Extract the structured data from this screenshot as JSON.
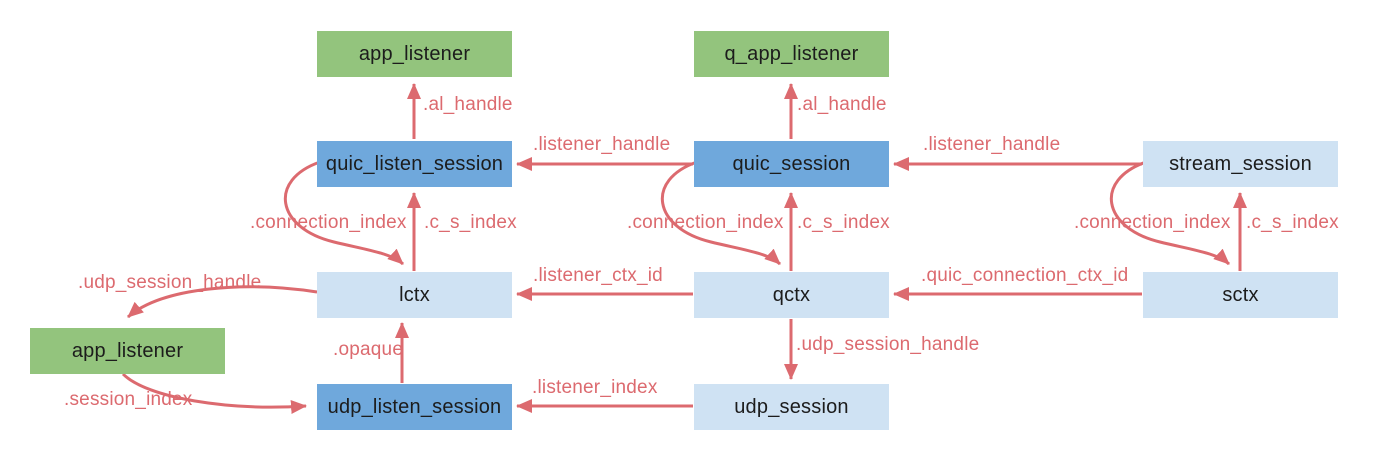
{
  "diagram": {
    "title": "QUIC session structures relationship diagram",
    "colors": {
      "background": "#ffffff",
      "node_green": "#93c47d",
      "node_blue": "#6fa8dc",
      "node_light_blue": "#cfe2f3",
      "arrow": "#dc6a6f",
      "node_text": "#1c1c1c"
    },
    "nodes": [
      {
        "id": "app_listener_top",
        "label": "app_listener",
        "type": "green"
      },
      {
        "id": "q_app_listener",
        "label": "q_app_listener",
        "type": "green"
      },
      {
        "id": "quic_listen_session",
        "label": "quic_listen_session",
        "type": "blue"
      },
      {
        "id": "quic_session",
        "label": "quic_session",
        "type": "blue"
      },
      {
        "id": "stream_session",
        "label": "stream_session",
        "type": "light_blue"
      },
      {
        "id": "lctx",
        "label": "lctx",
        "type": "light_blue"
      },
      {
        "id": "qctx",
        "label": "qctx",
        "type": "light_blue"
      },
      {
        "id": "sctx",
        "label": "sctx",
        "type": "light_blue"
      },
      {
        "id": "app_listener_bottom",
        "label": "app_listener",
        "type": "green"
      },
      {
        "id": "udp_listen_session",
        "label": "udp_listen_session",
        "type": "blue"
      },
      {
        "id": "udp_session",
        "label": "udp_session",
        "type": "light_blue"
      }
    ],
    "edges": [
      {
        "from": "quic_listen_session",
        "to": "app_listener_top",
        "label": ".al_handle"
      },
      {
        "from": "quic_session",
        "to": "q_app_listener",
        "label": ".al_handle"
      },
      {
        "from": "quic_session",
        "to": "quic_listen_session",
        "label": ".listener_handle"
      },
      {
        "from": "stream_session",
        "to": "quic_session",
        "label": ".listener_handle"
      },
      {
        "from": "quic_listen_session",
        "to": "lctx",
        "label": ".connection_index"
      },
      {
        "from": "lctx",
        "to": "quic_listen_session",
        "label": ".c_s_index"
      },
      {
        "from": "quic_session",
        "to": "qctx",
        "label": ".connection_index"
      },
      {
        "from": "qctx",
        "to": "quic_session",
        "label": ".c_s_index"
      },
      {
        "from": "stream_session",
        "to": "sctx",
        "label": ".connection_index"
      },
      {
        "from": "sctx",
        "to": "stream_session",
        "label": ".c_s_index"
      },
      {
        "from": "qctx",
        "to": "lctx",
        "label": ".listener_ctx_id"
      },
      {
        "from": "sctx",
        "to": "qctx",
        "label": ".quic_connection_ctx_id"
      },
      {
        "from": "lctx",
        "to": "app_listener_bottom",
        "label": ".udp_session_handle"
      },
      {
        "from": "udp_listen_session",
        "to": "lctx",
        "label": ".opaque"
      },
      {
        "from": "qctx",
        "to": "udp_session",
        "label": ".udp_session_handle"
      },
      {
        "from": "udp_session",
        "to": "udp_listen_session",
        "label": ".listener_index"
      },
      {
        "from": "app_listener_bottom",
        "to": "udp_listen_session",
        "label": ".session_index"
      }
    ]
  }
}
